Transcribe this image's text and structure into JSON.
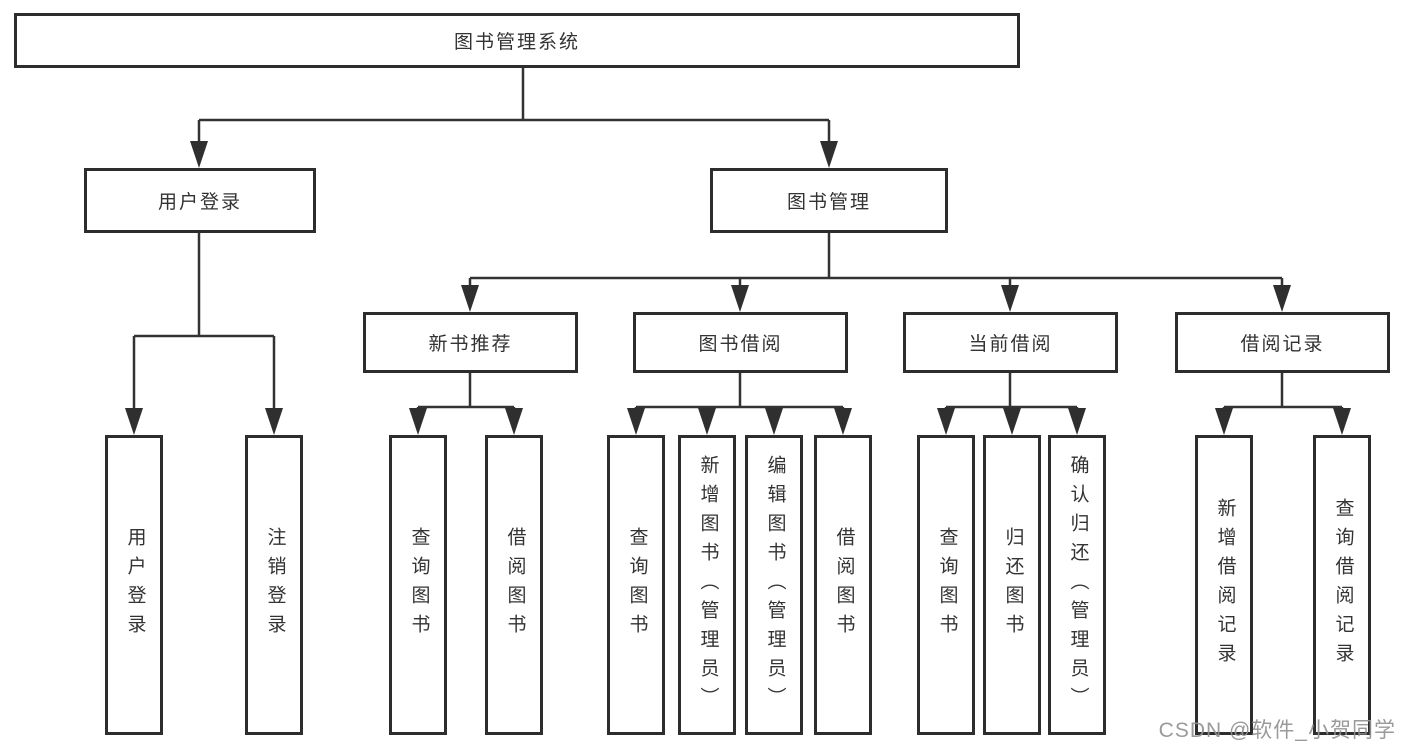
{
  "colors": {
    "line": "#333333",
    "box_border": "#2d2d2d",
    "text": "#333333",
    "watermark": "#919191",
    "background": "#ffffff"
  },
  "tree": {
    "label": "图书管理系统",
    "children": [
      {
        "label": "用户登录",
        "children": [
          {
            "label": "用户登录"
          },
          {
            "label": "注销登录"
          }
        ]
      },
      {
        "label": "图书管理",
        "children": [
          {
            "label": "新书推荐",
            "children": [
              {
                "label": "查询图书"
              },
              {
                "label": "借阅图书"
              }
            ]
          },
          {
            "label": "图书借阅",
            "children": [
              {
                "label": "查询图书"
              },
              {
                "label": "新增图书（管理员）"
              },
              {
                "label": "编辑图书（管理员）"
              },
              {
                "label": "借阅图书"
              }
            ]
          },
          {
            "label": "当前借阅",
            "children": [
              {
                "label": "查询图书"
              },
              {
                "label": "归还图书"
              },
              {
                "label": "确认归还（管理员）"
              }
            ]
          },
          {
            "label": "借阅记录",
            "children": [
              {
                "label": "新增借阅记录"
              },
              {
                "label": "查询借阅记录"
              }
            ]
          }
        ]
      }
    ]
  },
  "watermark": {
    "text": "CSDN @软件_小贺同学"
  }
}
